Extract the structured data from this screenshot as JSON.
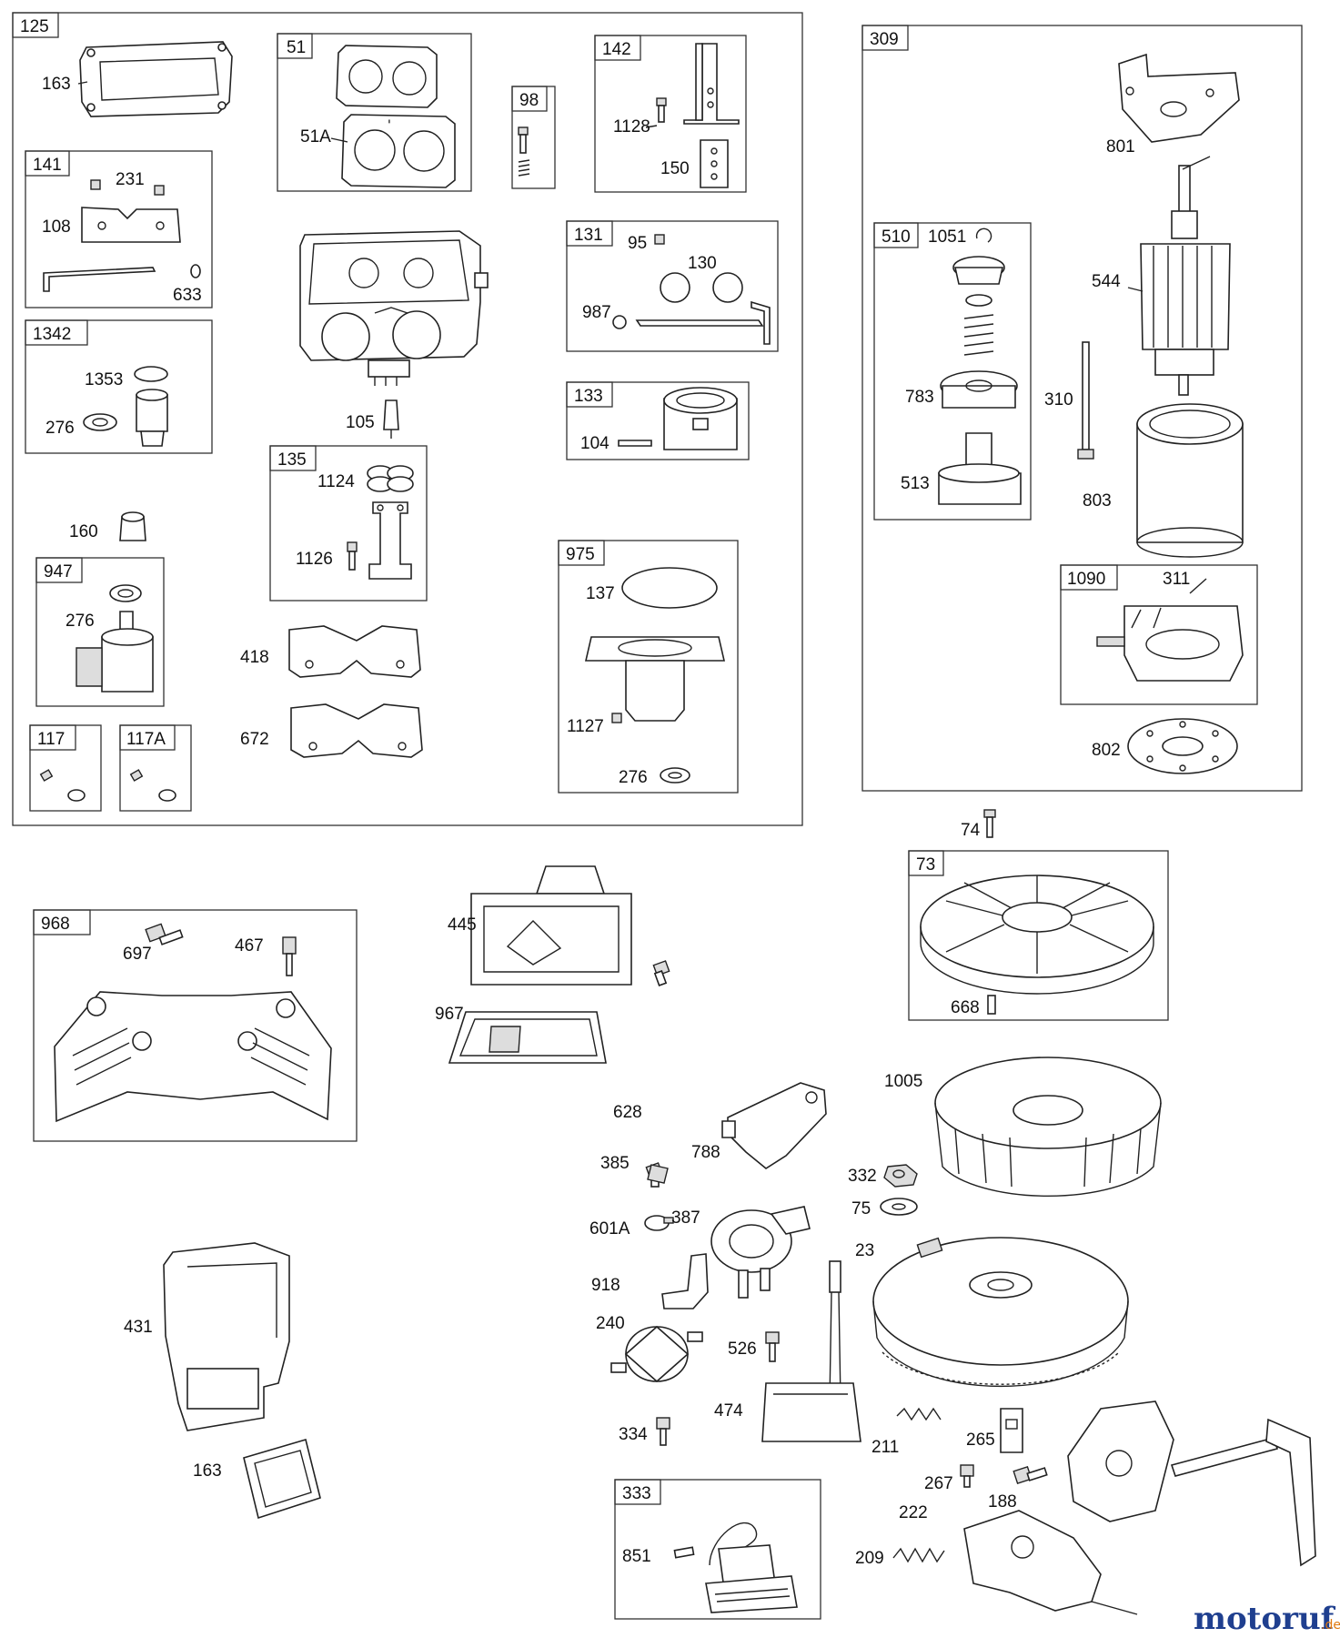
{
  "groups": [
    {
      "id": "125",
      "label": "125"
    },
    {
      "id": "51",
      "label": "51"
    },
    {
      "id": "98",
      "label": "98"
    },
    {
      "id": "142",
      "label": "142"
    },
    {
      "id": "141",
      "label": "141"
    },
    {
      "id": "1342",
      "label": "1342"
    },
    {
      "id": "131",
      "label": "131"
    },
    {
      "id": "133",
      "label": "133"
    },
    {
      "id": "135",
      "label": "135"
    },
    {
      "id": "947",
      "label": "947"
    },
    {
      "id": "975",
      "label": "975"
    },
    {
      "id": "117",
      "label": "117"
    },
    {
      "id": "117A",
      "label": "117A"
    },
    {
      "id": "309",
      "label": "309"
    },
    {
      "id": "510",
      "label": "510"
    },
    {
      "id": "1090",
      "label": "1090"
    },
    {
      "id": "73",
      "label": "73"
    },
    {
      "id": "968",
      "label": "968"
    },
    {
      "id": "333",
      "label": "333"
    }
  ],
  "parts": {
    "p163a": "163",
    "p51A": "51A",
    "p231": "231",
    "p108": "108",
    "p633": "633",
    "p1128": "1128",
    "p150": "150",
    "p95": "95",
    "p130": "130",
    "p987": "987",
    "p1353": "1353",
    "p276a": "276",
    "p105": "105",
    "p104": "104",
    "p1124": "1124",
    "p1126": "1126",
    "p160": "160",
    "p276b": "276",
    "p418": "418",
    "p672": "672",
    "p137": "137",
    "p1127": "1127",
    "p276c": "276",
    "p801": "801",
    "p1051": "1051",
    "p544": "544",
    "p783": "783",
    "p310": "310",
    "p513": "513",
    "p803": "803",
    "p311": "311",
    "p802": "802",
    "p74": "74",
    "p668": "668",
    "p697": "697",
    "p467": "467",
    "p445": "445",
    "p967": "967",
    "p1005": "1005",
    "p628": "628",
    "p788": "788",
    "p385": "385",
    "p332": "332",
    "p75": "75",
    "p601A": "601A",
    "p387": "387",
    "p23": "23",
    "p918": "918",
    "p240": "240",
    "p526": "526",
    "p474": "474",
    "p334": "334",
    "p211": "211",
    "p265": "265",
    "p267": "267",
    "p188": "188",
    "p222": "222",
    "p431": "431",
    "p163b": "163",
    "p851": "851",
    "p209": "209"
  },
  "watermark": {
    "main": "motoruf",
    "suffix": ".de",
    "main_color": "#1f3f8f",
    "accent_color": "#e07a10"
  }
}
